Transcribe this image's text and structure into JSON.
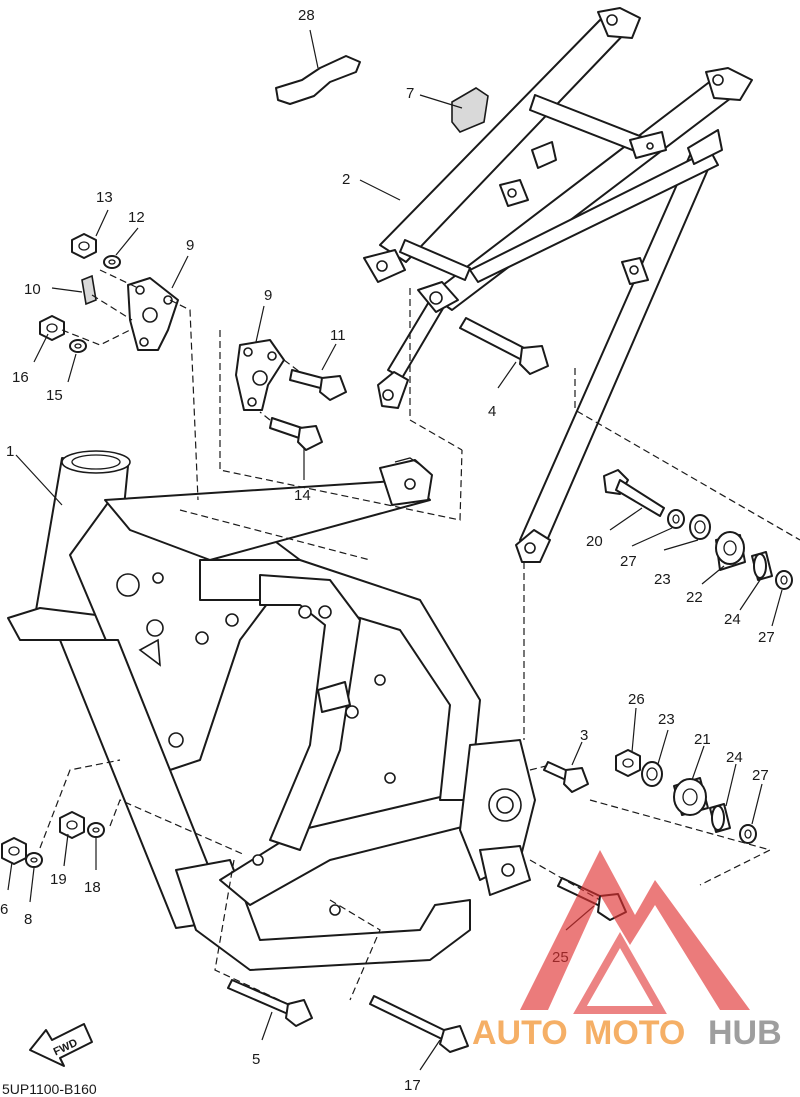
{
  "callouts": {
    "c1": "1",
    "c2": "2",
    "c3": "3",
    "c4": "4",
    "c5": "5",
    "c6": "6",
    "c7": "7",
    "c8": "8",
    "c9a": "9",
    "c9b": "9",
    "c10": "10",
    "c11": "11",
    "c12": "12",
    "c13": "13",
    "c14": "14",
    "c15": "15",
    "c16": "16",
    "c17": "17",
    "c18": "18",
    "c19": "19",
    "c20": "20",
    "c21": "21",
    "c22": "22",
    "c23a": "23",
    "c23b": "23",
    "c24a": "24",
    "c24b": "24",
    "c25": "25",
    "c26": "26",
    "c27a": "27",
    "c27b": "27",
    "c27c": "27",
    "c28": "28"
  },
  "diagram_code": "5UP1100-B160",
  "fwd_label": "FWD",
  "watermark": {
    "text_part1": "AUTO",
    "text_part2": "MOTO",
    "text_part3": "HUB",
    "colors": {
      "red": "#e03030",
      "orange": "#f08a1e",
      "gray": "#7a7a7a"
    }
  }
}
